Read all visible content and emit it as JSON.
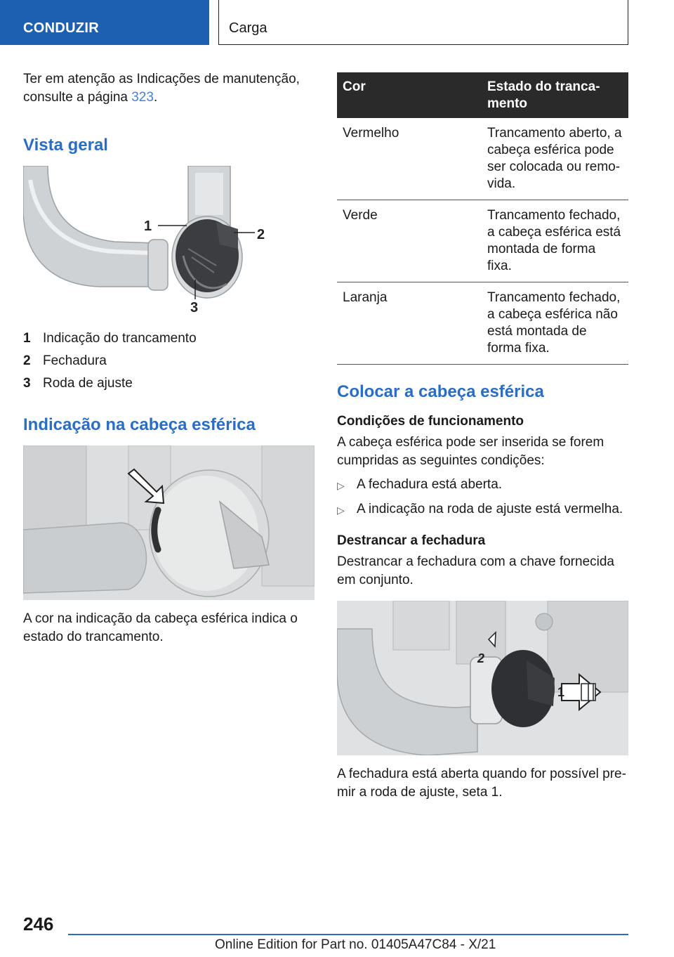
{
  "header": {
    "section": "CONDUZIR",
    "chapter": "Carga"
  },
  "left": {
    "intro": {
      "text": "Ter em atenção as Indicações de manutenção, consulte a página ",
      "page_ref": "323",
      "suffix": "."
    },
    "overview_heading": "Vista geral",
    "figure1_callouts": [
      "1",
      "2",
      "3"
    ],
    "legend": [
      {
        "num": "1",
        "label": "Indicação do trancamento"
      },
      {
        "num": "2",
        "label": "Fechadura"
      },
      {
        "num": "3",
        "label": "Roda de ajuste"
      }
    ],
    "indicator_heading": "Indicação na cabeça esférica",
    "indicator_caption": "A cor na indicação da cabeça esférica indica o estado do trancamento."
  },
  "right": {
    "table": {
      "headers": [
        "Cor",
        "Estado do tranca‑ mento"
      ],
      "rows": [
        {
          "color": "Vermelho",
          "state": "Trancamento aberto, a cabeça esférica pode ser colocada ou remo‑ vida."
        },
        {
          "color": "Verde",
          "state": "Trancamento fechado, a cabeça esférica está montada de forma fixa."
        },
        {
          "color": "Laranja",
          "state": "Trancamento fechado, a cabeça esférica não está montada de forma fixa."
        }
      ]
    },
    "mount_heading": "Colocar a cabeça esférica",
    "conditions_heading": "Condições de funcionamento",
    "conditions_text": "A cabeça esférica pode ser inserida se forem cumpridas as seguintes condições:",
    "conditions_bullets": [
      "A fechadura está aberta.",
      "A indicação na roda de ajuste está vermelha."
    ],
    "unlock_heading": "Destrancar a fechadura",
    "unlock_text": "Destrancar a fechadura com a chave fornecida em conjunto.",
    "figure3_callouts": [
      "2",
      "1"
    ],
    "figure3_caption": "A fechadura está aberta quando for possível pre‑ mir a roda de ajuste, seta 1."
  },
  "footer": {
    "page_number": "246",
    "edition": "Online Edition for Part no. 01405A47C84 - X/21"
  }
}
